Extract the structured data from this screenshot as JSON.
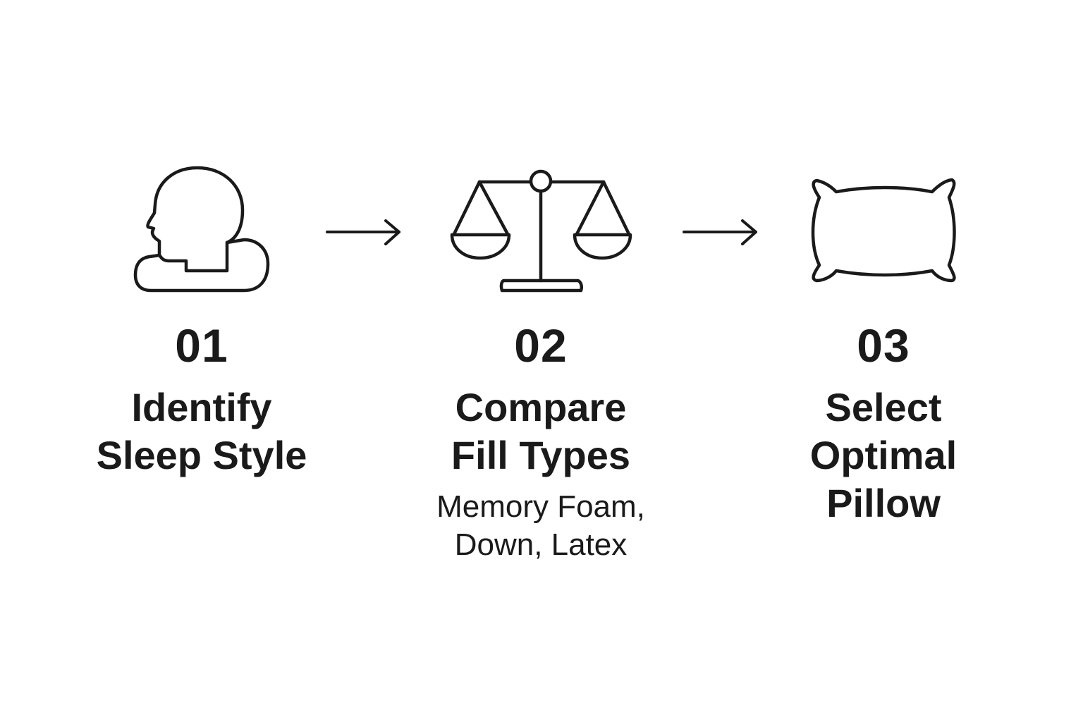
{
  "steps": [
    {
      "number": "01",
      "title_lines": [
        "Identify",
        "Sleep Style"
      ],
      "icon": "head-on-pillow-icon"
    },
    {
      "number": "02",
      "title_lines": [
        "Compare",
        "Fill Types"
      ],
      "description_lines": [
        "Memory Foam,",
        "Down, Latex"
      ],
      "icon": "balance-scale-icon"
    },
    {
      "number": "03",
      "title_lines": [
        "Select",
        "Optimal",
        "Pillow"
      ],
      "icon": "pillow-icon"
    }
  ],
  "connectors": [
    "arrow-right-icon",
    "arrow-right-icon"
  ],
  "colors": {
    "background": "#ffffff",
    "ink": "#1a1a1a"
  }
}
